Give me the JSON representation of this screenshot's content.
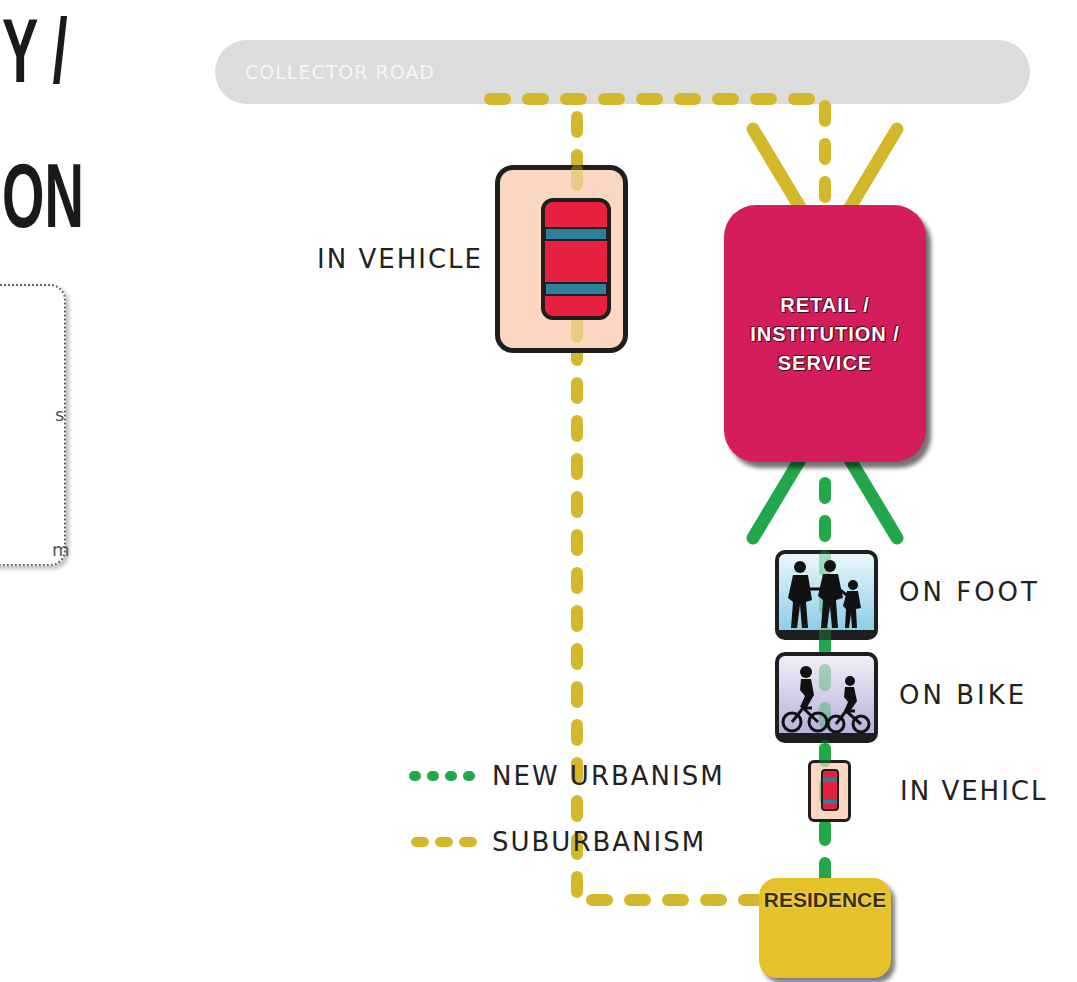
{
  "diagram": {
    "nodes": [
      {
        "text": [
          "COLLECTOR ROAD"
        ]
      },
      {
        "text": [
          "IN VEHICLE"
        ]
      },
      {
        "text": [
          "RETAIL / INSTITUTION / SERVICE"
        ]
      },
      {
        "text": [
          "s",
          "m"
        ]
      },
      {
        "text": [
          "ON FOOT"
        ]
      },
      {
        "text": [
          "ON BIKE"
        ]
      },
      {
        "text": [
          "IN VEHICL"
        ]
      },
      {
        "text": [
          "RESIDENCE"
        ]
      }
    ],
    "edges": [
      {
        "from": 7,
        "to": 0,
        "arrow": "none"
      },
      {
        "from": 0,
        "to": 2,
        "arrow": "to"
      },
      {
        "from": 7,
        "to": 2,
        "arrow": "to"
      }
    ],
    "labels": [
      "Y /",
      "ON"
    ],
    "legend": [
      {
        "text": "NEW URBANISM"
      },
      {
        "text": "SUBURBANISM"
      }
    ]
  }
}
